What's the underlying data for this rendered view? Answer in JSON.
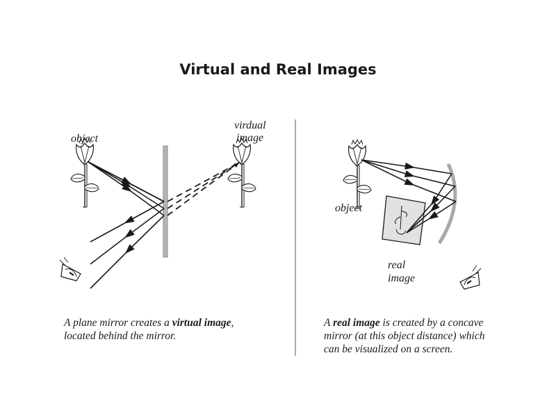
{
  "title": "Virtual and Real Images",
  "left_panel": {
    "object_label": "object",
    "image_label_line1": "virdual",
    "image_label_line2": "image",
    "caption": {
      "pre": "A plane mirror creates a ",
      "bold": "virtual image",
      "post": ",",
      "line2": "located behind the mirror."
    }
  },
  "right_panel": {
    "object_label": "object",
    "image_label_line1": "real",
    "image_label_line2": "image",
    "caption": {
      "pre": "A ",
      "bold": "real image",
      "post": " is created by a concave",
      "line2": "mirror (at this object distance) which",
      "line3": "can be visualized on a screen."
    }
  },
  "colors": {
    "ink": "#1a1a1a",
    "mirror": "#9a9a9a",
    "screen_fill": "#e2e2e2"
  },
  "icons": [
    "flower-icon",
    "eye-icon",
    "plane-mirror",
    "concave-mirror",
    "screen"
  ]
}
